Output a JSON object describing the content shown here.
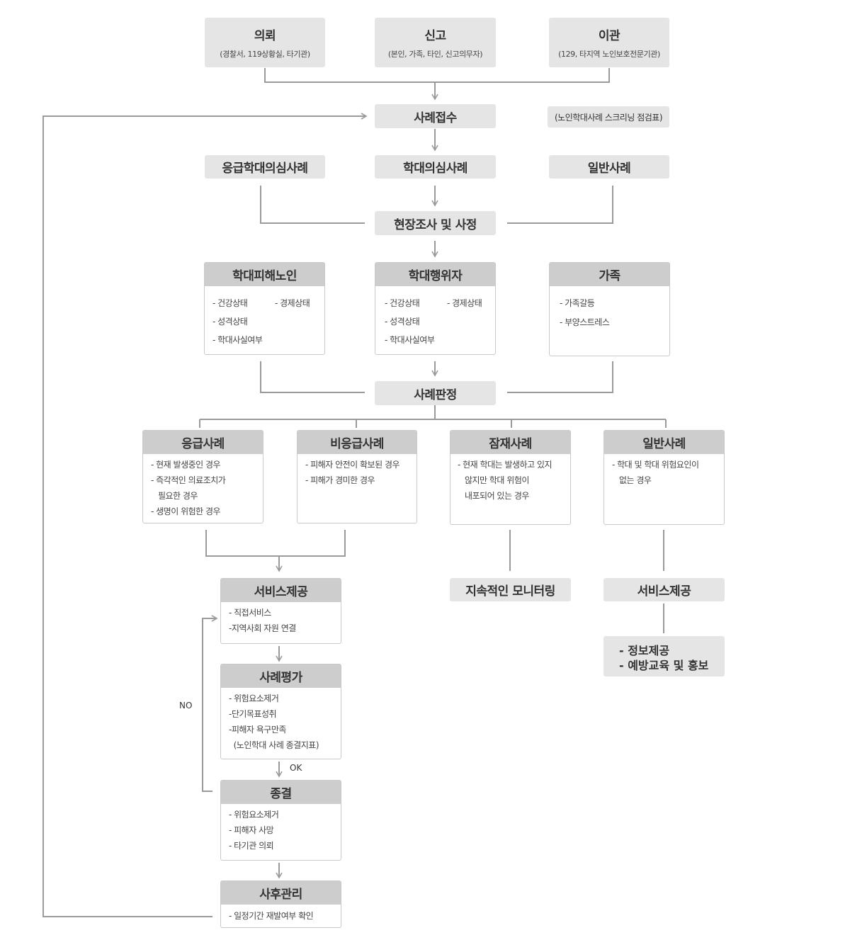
{
  "top": {
    "request": {
      "title": "의뢰",
      "sub": "(경찰서, 119상황실, 타기관)"
    },
    "report": {
      "title": "신고",
      "sub": "(본인, 가족, 타인, 신고의무자)"
    },
    "transfer": {
      "title": "이관",
      "sub": "(129, 타지역 노인보호전문기관)"
    }
  },
  "intake": {
    "title": "사례접수",
    "note": "(노인학대사례 스크리닝 점검표)"
  },
  "case_types": {
    "emergency": "응급학대의심사례",
    "suspected": "학대의심사례",
    "general": "일반사례"
  },
  "investigation": "현장조사 및 사정",
  "subjects": {
    "victim": {
      "title": "학대피해노인",
      "items": [
        "- 건강상태",
        "- 경제상태",
        "- 성격상태",
        "- 학대사실여부"
      ]
    },
    "perpetrator": {
      "title": "학대행위자",
      "items": [
        "- 건강상태",
        "- 경제상태",
        "- 성격상태",
        "- 학대사실여부"
      ]
    },
    "family": {
      "title": "가족",
      "items": [
        "- 가족갈등",
        "- 부양스트레스"
      ]
    }
  },
  "judgment": "사례판정",
  "categories": {
    "emergency": {
      "title": "응급사례",
      "items": [
        "- 현재 발생중인 경우",
        "- 즉각적인 의료조치가",
        "   필요한 경우",
        "- 생명이 위험한 경우"
      ]
    },
    "non_emergency": {
      "title": "비응급사례",
      "items": [
        "- 피해자 안전이 확보된 경우",
        "- 피해가 경미한 경우"
      ]
    },
    "potential": {
      "title": "잠재사례",
      "items": [
        "- 현재 학대는 발생하고 있지",
        "   않지만 학대 위험이",
        "   내포되어 있는 경우"
      ]
    },
    "general": {
      "title": "일반사례",
      "items": [
        "- 학대 및 학대 위험요인이",
        "   없는 경우"
      ]
    }
  },
  "service": {
    "title": "서비스제공",
    "items": [
      "- 직접서비스",
      "-지역사회 자원 연결"
    ]
  },
  "evaluation": {
    "title": "사례평가",
    "items": [
      "- 위험요소제거",
      "-단기목표성취",
      "-피해자 욕구만족",
      "  (노인학대 사례 종결지표)"
    ]
  },
  "closure": {
    "title": "종결",
    "items": [
      "- 위험요소제거",
      "- 피해자 사망",
      "- 타기관 의뢰"
    ]
  },
  "aftercare": {
    "title": "사후관리",
    "items": [
      "- 일정기간 재발여부 확인"
    ]
  },
  "monitoring": "지속적인 모니터링",
  "general_service": {
    "title": "서비스제공",
    "items": [
      "- 정보제공",
      "- 예방교육 및 홍보"
    ]
  },
  "labels": {
    "no": "NO",
    "ok": "OK"
  },
  "colors": {
    "box_fill": "#e5e5e5",
    "header_fill": "#cdcdcd",
    "line": "#9a9a9a",
    "text": "#333333"
  }
}
